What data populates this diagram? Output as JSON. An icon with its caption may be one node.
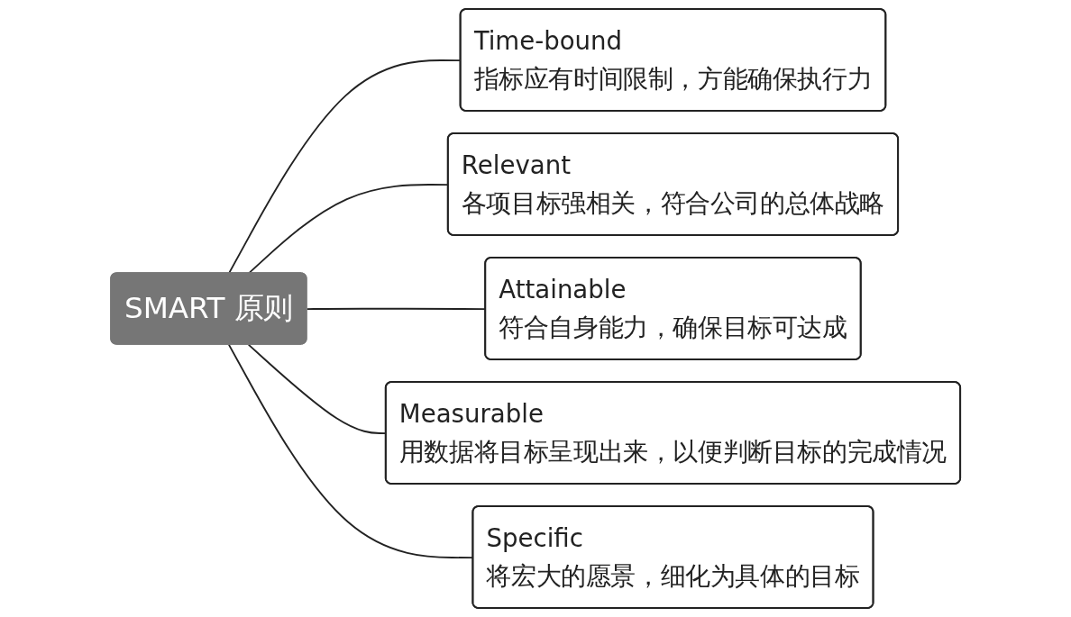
{
  "diagram": {
    "nodes": [
      {
        "text": [
          "SMART 原则"
        ]
      },
      {
        "text": [
          "Time-bound",
          "指标应有时间限制，方能确保执行力"
        ]
      },
      {
        "text": [
          "Relevant",
          "各项目标强相关，符合公司的总体战略"
        ]
      },
      {
        "text": [
          "Attainable",
          "符合自身能力，确保目标可达成"
        ]
      },
      {
        "text": [
          "Measurable",
          "用数据将目标呈现出来，以便判断目标的完成情况"
        ]
      },
      {
        "text": [
          "Specific",
          "将宏大的愿景，细化为具体的目标"
        ]
      }
    ],
    "edges": [
      {
        "from": 0,
        "to": 1,
        "arrow": "none"
      },
      {
        "from": 0,
        "to": 2,
        "arrow": "none"
      },
      {
        "from": 0,
        "to": 3,
        "arrow": "none"
      },
      {
        "from": 0,
        "to": 4,
        "arrow": "none"
      },
      {
        "from": 0,
        "to": 5,
        "arrow": "none"
      }
    ]
  }
}
